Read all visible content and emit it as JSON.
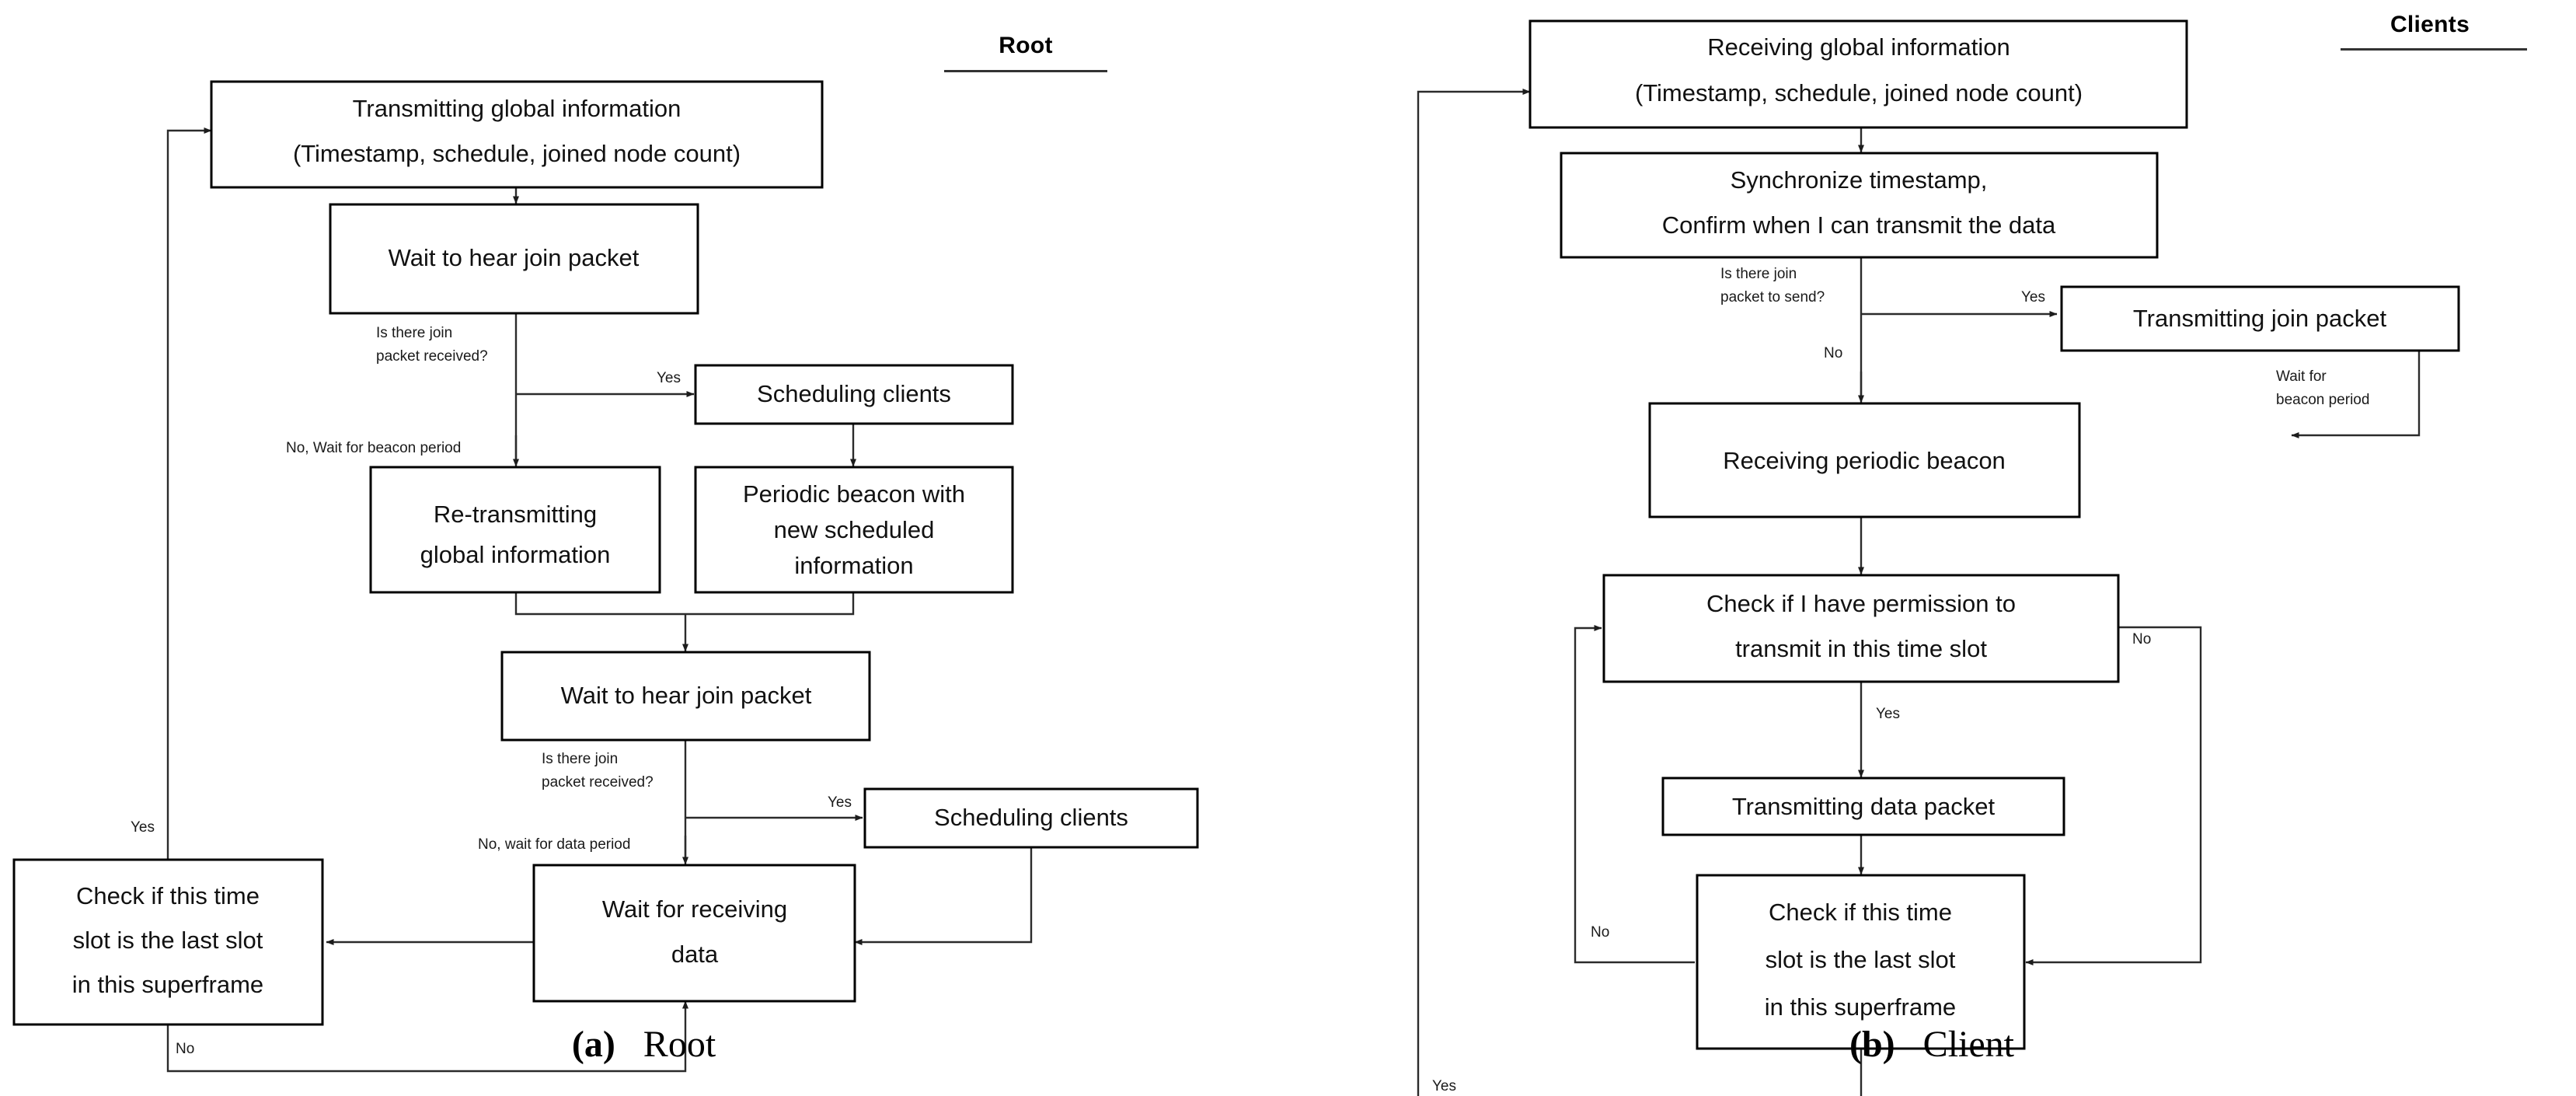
{
  "figure": {
    "panels": [
      {
        "id": "root",
        "title": "Root",
        "caption_index": "(a)",
        "caption_text": "Root",
        "nodes": [
          {
            "id": "tx-global",
            "lines": [
              "Transmitting global information",
              "(Timestamp, schedule, joined node count)"
            ]
          },
          {
            "id": "wait-join-1",
            "lines": [
              "Wait to hear join packet"
            ]
          },
          {
            "id": "sched-clients-1",
            "lines": [
              "Scheduling clients"
            ]
          },
          {
            "id": "retx-global",
            "lines": [
              "Re-transmitting",
              "global information"
            ]
          },
          {
            "id": "periodic-beacon",
            "lines": [
              "Periodic beacon with",
              "new scheduled",
              "information"
            ]
          },
          {
            "id": "wait-join-2",
            "lines": [
              "Wait to hear join packet"
            ]
          },
          {
            "id": "sched-clients-2",
            "lines": [
              "Scheduling clients"
            ]
          },
          {
            "id": "wait-recv-data",
            "lines": [
              "Wait for receiving",
              "data"
            ]
          },
          {
            "id": "check-last-slot",
            "lines": [
              "Check if this time",
              "slot is the last slot",
              "in this superframe"
            ]
          }
        ],
        "edge_labels": [
          {
            "id": "q-join-1",
            "lines": [
              "Is there join",
              "packet received?"
            ]
          },
          {
            "id": "yes-1",
            "lines": [
              "Yes"
            ]
          },
          {
            "id": "no-beacon",
            "lines": [
              "No, Wait for beacon period"
            ]
          },
          {
            "id": "q-join-2",
            "lines": [
              "Is there join",
              "packet received?"
            ]
          },
          {
            "id": "yes-2",
            "lines": [
              "Yes"
            ]
          },
          {
            "id": "no-data",
            "lines": [
              "No, wait for data period"
            ]
          },
          {
            "id": "yes-loop",
            "lines": [
              "Yes"
            ]
          },
          {
            "id": "no-loop",
            "lines": [
              "No"
            ]
          }
        ]
      },
      {
        "id": "client",
        "title": "Clients",
        "caption_index": "(b)",
        "caption_text": "Client",
        "nodes": [
          {
            "id": "rx-global",
            "lines": [
              "Receiving global information",
              "(Timestamp, schedule, joined node count)"
            ]
          },
          {
            "id": "sync-timestamp",
            "lines": [
              "Synchronize timestamp,",
              "Confirm when I can transmit the data"
            ]
          },
          {
            "id": "tx-join-packet",
            "lines": [
              "Transmitting join packet"
            ]
          },
          {
            "id": "rx-periodic",
            "lines": [
              "Receiving periodic beacon"
            ]
          },
          {
            "id": "check-permission",
            "lines": [
              "Check if I have permission to",
              "transmit in this time slot"
            ]
          },
          {
            "id": "tx-data-packet",
            "lines": [
              "Transmitting data packet"
            ]
          },
          {
            "id": "check-last-slot",
            "lines": [
              "Check if this time",
              "slot is the last slot",
              "in this superframe"
            ]
          }
        ],
        "edge_labels": [
          {
            "id": "q-join-send",
            "lines": [
              "Is there join",
              "packet to send?"
            ]
          },
          {
            "id": "yes-join",
            "lines": [
              "Yes"
            ]
          },
          {
            "id": "no-join",
            "lines": [
              "No"
            ]
          },
          {
            "id": "wait-beacon",
            "lines": [
              "Wait for",
              "beacon period"
            ]
          },
          {
            "id": "yes-perm",
            "lines": [
              "Yes"
            ]
          },
          {
            "id": "no-perm",
            "lines": [
              "No"
            ]
          },
          {
            "id": "no-last",
            "lines": [
              "No"
            ]
          },
          {
            "id": "yes-last",
            "lines": [
              "Yes"
            ]
          }
        ]
      }
    ]
  },
  "colors": {
    "background": "#ffffff",
    "box_stroke": "#000000",
    "edge_stroke": "#2b2b2b",
    "text": "#111111"
  }
}
